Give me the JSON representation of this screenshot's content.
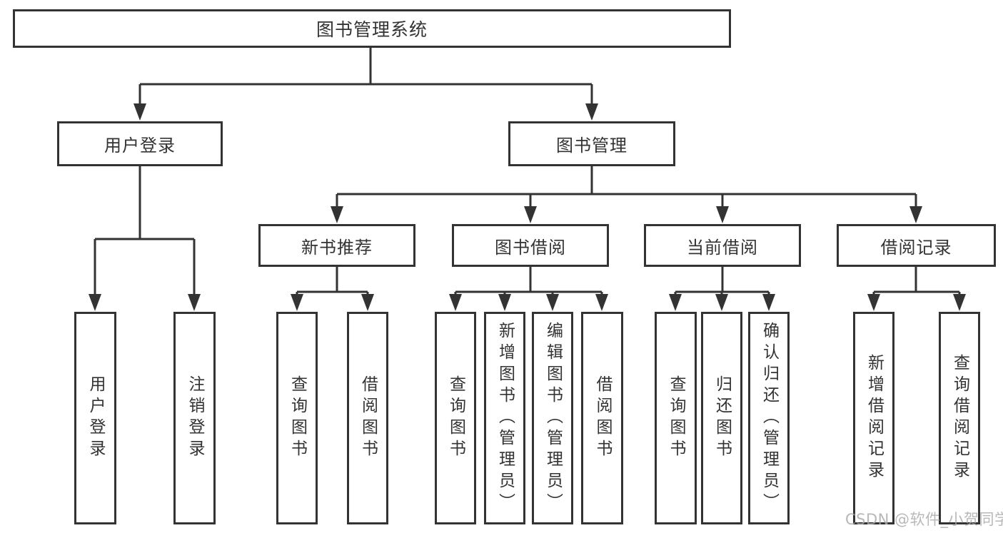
{
  "tree": {
    "root": {
      "label": "图书管理系统"
    },
    "level2": [
      {
        "label": "用户登录"
      },
      {
        "label": "图书管理"
      }
    ],
    "level3": [
      {
        "label": "新书推荐"
      },
      {
        "label": "图书借阅"
      },
      {
        "label": "当前借阅"
      },
      {
        "label": "借阅记录"
      }
    ],
    "leaves": {
      "user_login": [
        "用户登录",
        "注销登录"
      ],
      "new_books": [
        "查询图书",
        "借阅图书"
      ],
      "book_borrow": [
        "查询图书",
        "新增图书（管理员）",
        "编辑图书（管理员）",
        "借阅图书"
      ],
      "current_borrow": [
        "查询图书",
        "归还图书",
        "确认归还（管理员）"
      ],
      "borrow_records": [
        "新增借阅记录",
        "查询借阅记录"
      ]
    }
  },
  "watermark": "CSDN @软件_小贺同学",
  "colors": {
    "line": "#333333",
    "box_background": "#ffffff",
    "watermark": "#a9a9a9"
  }
}
